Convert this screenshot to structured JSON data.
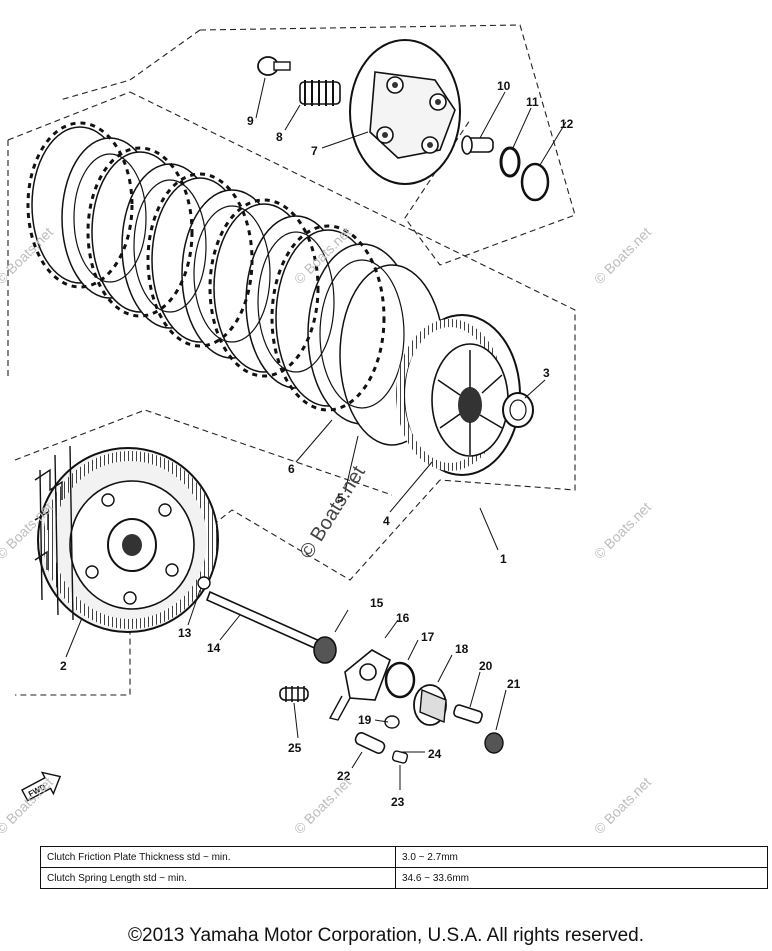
{
  "callouts": {
    "c1": "1",
    "c2": "2",
    "c3": "3",
    "c4": "4",
    "c5": "5",
    "c6": "6",
    "c7": "7",
    "c8": "8",
    "c9": "9",
    "c10": "10",
    "c11": "11",
    "c12": "12",
    "c13": "13",
    "c14": "14",
    "c15": "15",
    "c16": "16",
    "c17": "17",
    "c18": "18",
    "c19": "19",
    "c20": "20",
    "c21": "21",
    "c22": "22",
    "c23": "23",
    "c24": "24",
    "c25": "25"
  },
  "fwd_label": "FWD",
  "watermark": "© Boats.net",
  "spec_table": {
    "rows": [
      {
        "item": "Clutch Friction Plate Thickness std ~ min.",
        "value": "3.0 ~ 2.7mm"
      },
      {
        "item": "Clutch Spring Length  std ~ min.",
        "value": "34.6 ~ 33.6mm"
      }
    ]
  },
  "copyright": "©2013 Yamaha Motor Corporation, U.S.A. All rights reserved."
}
